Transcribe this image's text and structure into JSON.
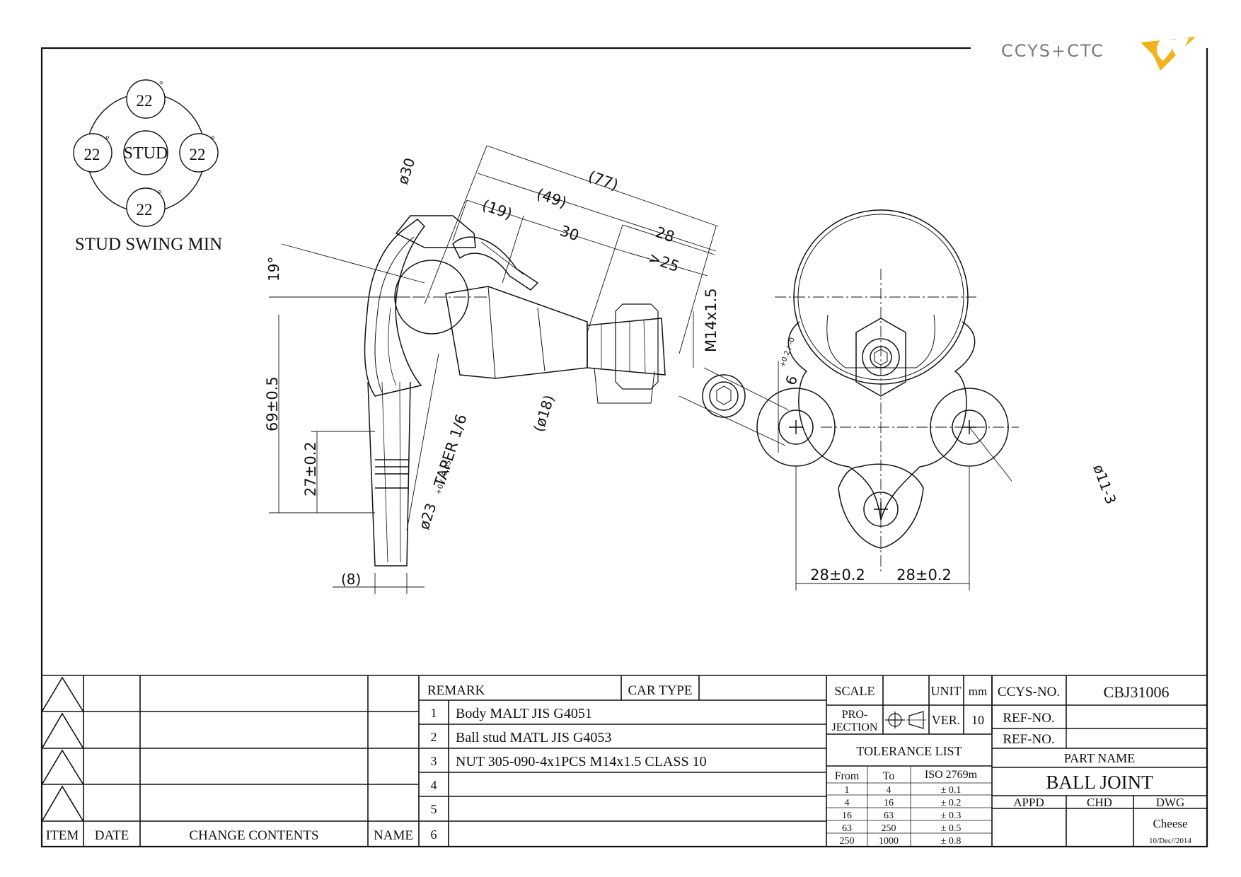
{
  "logo": {
    "text": "CCYS+CTC"
  },
  "stud_swing": {
    "center_label": "STUD",
    "angles": [
      "22",
      "22",
      "22",
      "22"
    ],
    "degree_mark": "°",
    "caption": "STUD SWING MIN"
  },
  "side_view_dims": {
    "d30": "ø30",
    "d77": "(77)",
    "d49": "(49)",
    "d19": "(19)",
    "d30len": "30",
    "d28": "28",
    "d25": ">25",
    "angle19": "19°",
    "thread": "M14x1.5",
    "hex": "6",
    "hex_tol": "+0.2 / -0",
    "height69": "69±0.5",
    "height27": "27±0.2",
    "taper": "TAPER 1/6",
    "d18": "(ø18)",
    "d23": "ø23",
    "d23_tol": "+0 / -0.05",
    "d8": "(8)"
  },
  "front_view_dims": {
    "left": "28±0.2",
    "right": "28±0.2",
    "hole": "ø11-3"
  },
  "revision_block": {
    "headers": [
      "ITEM",
      "DATE",
      "CHANGE CONTENTS",
      "NAME"
    ]
  },
  "remark_block": {
    "remark_label": "REMARK",
    "car_type_label": "CAR TYPE",
    "rows": [
      {
        "n": "1",
        "text": "Body MALT JIS G4051"
      },
      {
        "n": "2",
        "text": "Ball stud MATL JIS G4053"
      },
      {
        "n": "3",
        "text": "NUT 305-090-4x1PCS M14x1.5 CLASS 10"
      },
      {
        "n": "4",
        "text": ""
      },
      {
        "n": "5",
        "text": ""
      },
      {
        "n": "6",
        "text": ""
      }
    ]
  },
  "scale_block": {
    "scale_label": "SCALE",
    "unit_label": "UNIT",
    "unit_value": "mm",
    "projection_label_1": "PRO-",
    "projection_label_2": "JECTION",
    "ver_label": "VER.",
    "ver_value": "10"
  },
  "tolerance": {
    "title": "TOLERANCE LIST",
    "headers": [
      "From",
      "To",
      "ISO 2769m"
    ],
    "rows": [
      [
        "1",
        "4",
        "± 0.1"
      ],
      [
        "4",
        "16",
        "± 0.2"
      ],
      [
        "16",
        "63",
        "± 0.3"
      ],
      [
        "63",
        "250",
        "± 0.5"
      ],
      [
        "250",
        "1000",
        "± 0.8"
      ]
    ]
  },
  "title_block": {
    "ccys_label": "CCYS-NO.",
    "ccys_value": "CBJ31006",
    "ref1_label": "REF-NO.",
    "ref2_label": "REF-NO.",
    "part_name_label": "PART NAME",
    "part_name": "BALL JOINT",
    "appd": "APPD",
    "chd": "CHD",
    "dwg": "DWG",
    "drawer": "Cheese",
    "date": "10/Dec//2014"
  }
}
